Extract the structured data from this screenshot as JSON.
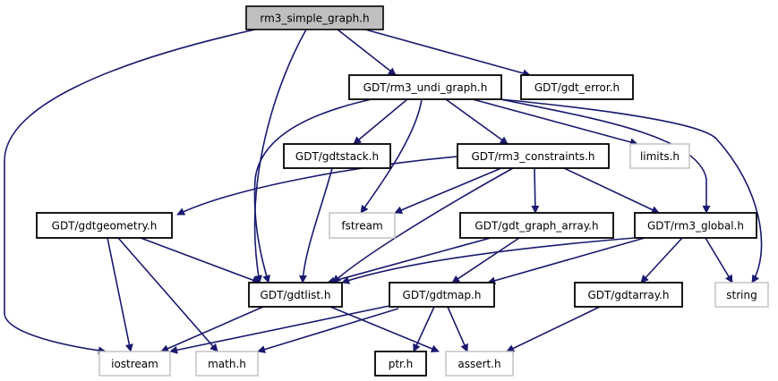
{
  "diagram": {
    "type": "include-dependency-graph",
    "root": "rm3_simple_graph.h",
    "edge_color": "#191970",
    "nodes": [
      {
        "id": "root",
        "label": "rm3_simple_graph.h",
        "kind": "root"
      },
      {
        "id": "undi",
        "label": "GDT/rm3_undi_graph.h",
        "kind": "documented"
      },
      {
        "id": "gdterror",
        "label": "GDT/gdt_error.h",
        "kind": "documented"
      },
      {
        "id": "gdtstack",
        "label": "GDT/gdtstack.h",
        "kind": "documented"
      },
      {
        "id": "constraints",
        "label": "GDT/rm3_constraints.h",
        "kind": "documented"
      },
      {
        "id": "limits",
        "label": "limits.h",
        "kind": "external"
      },
      {
        "id": "geometry",
        "label": "GDT/gdtgeometry.h",
        "kind": "documented"
      },
      {
        "id": "fstream",
        "label": "fstream",
        "kind": "external"
      },
      {
        "id": "grapharray",
        "label": "GDT/gdt_graph_array.h",
        "kind": "documented"
      },
      {
        "id": "global",
        "label": "GDT/rm3_global.h",
        "kind": "documented"
      },
      {
        "id": "gdtlist",
        "label": "GDT/gdtlist.h",
        "kind": "documented"
      },
      {
        "id": "gdtmap",
        "label": "GDT/gdtmap.h",
        "kind": "documented"
      },
      {
        "id": "gdtarray",
        "label": "GDT/gdtarray.h",
        "kind": "documented"
      },
      {
        "id": "string",
        "label": "string",
        "kind": "external"
      },
      {
        "id": "iostream",
        "label": "iostream",
        "kind": "external"
      },
      {
        "id": "math",
        "label": "math.h",
        "kind": "external"
      },
      {
        "id": "ptr",
        "label": "ptr.h",
        "kind": "documented"
      },
      {
        "id": "assert",
        "label": "assert.h",
        "kind": "external"
      }
    ],
    "edges": [
      {
        "from": "root",
        "to": "iostream"
      },
      {
        "from": "root",
        "to": "gdtlist"
      },
      {
        "from": "root",
        "to": "undi"
      },
      {
        "from": "root",
        "to": "gdterror"
      },
      {
        "from": "undi",
        "to": "gdtlist"
      },
      {
        "from": "undi",
        "to": "gdtstack"
      },
      {
        "from": "undi",
        "to": "fstream"
      },
      {
        "from": "undi",
        "to": "constraints"
      },
      {
        "from": "undi",
        "to": "limits"
      },
      {
        "from": "undi",
        "to": "global"
      },
      {
        "from": "undi",
        "to": "string"
      },
      {
        "from": "gdtstack",
        "to": "gdtlist"
      },
      {
        "from": "constraints",
        "to": "geometry"
      },
      {
        "from": "constraints",
        "to": "fstream"
      },
      {
        "from": "constraints",
        "to": "gdtlist"
      },
      {
        "from": "constraints",
        "to": "grapharray"
      },
      {
        "from": "constraints",
        "to": "global"
      },
      {
        "from": "geometry",
        "to": "gdtlist"
      },
      {
        "from": "geometry",
        "to": "iostream"
      },
      {
        "from": "geometry",
        "to": "math"
      },
      {
        "from": "grapharray",
        "to": "gdtlist"
      },
      {
        "from": "grapharray",
        "to": "gdtmap"
      },
      {
        "from": "global",
        "to": "gdtlist"
      },
      {
        "from": "global",
        "to": "gdtmap"
      },
      {
        "from": "global",
        "to": "gdtarray"
      },
      {
        "from": "global",
        "to": "string"
      },
      {
        "from": "gdtlist",
        "to": "iostream"
      },
      {
        "from": "gdtlist",
        "to": "assert"
      },
      {
        "from": "gdtmap",
        "to": "iostream"
      },
      {
        "from": "gdtmap",
        "to": "math"
      },
      {
        "from": "gdtmap",
        "to": "ptr"
      },
      {
        "from": "gdtmap",
        "to": "assert"
      },
      {
        "from": "gdtarray",
        "to": "assert"
      }
    ]
  }
}
